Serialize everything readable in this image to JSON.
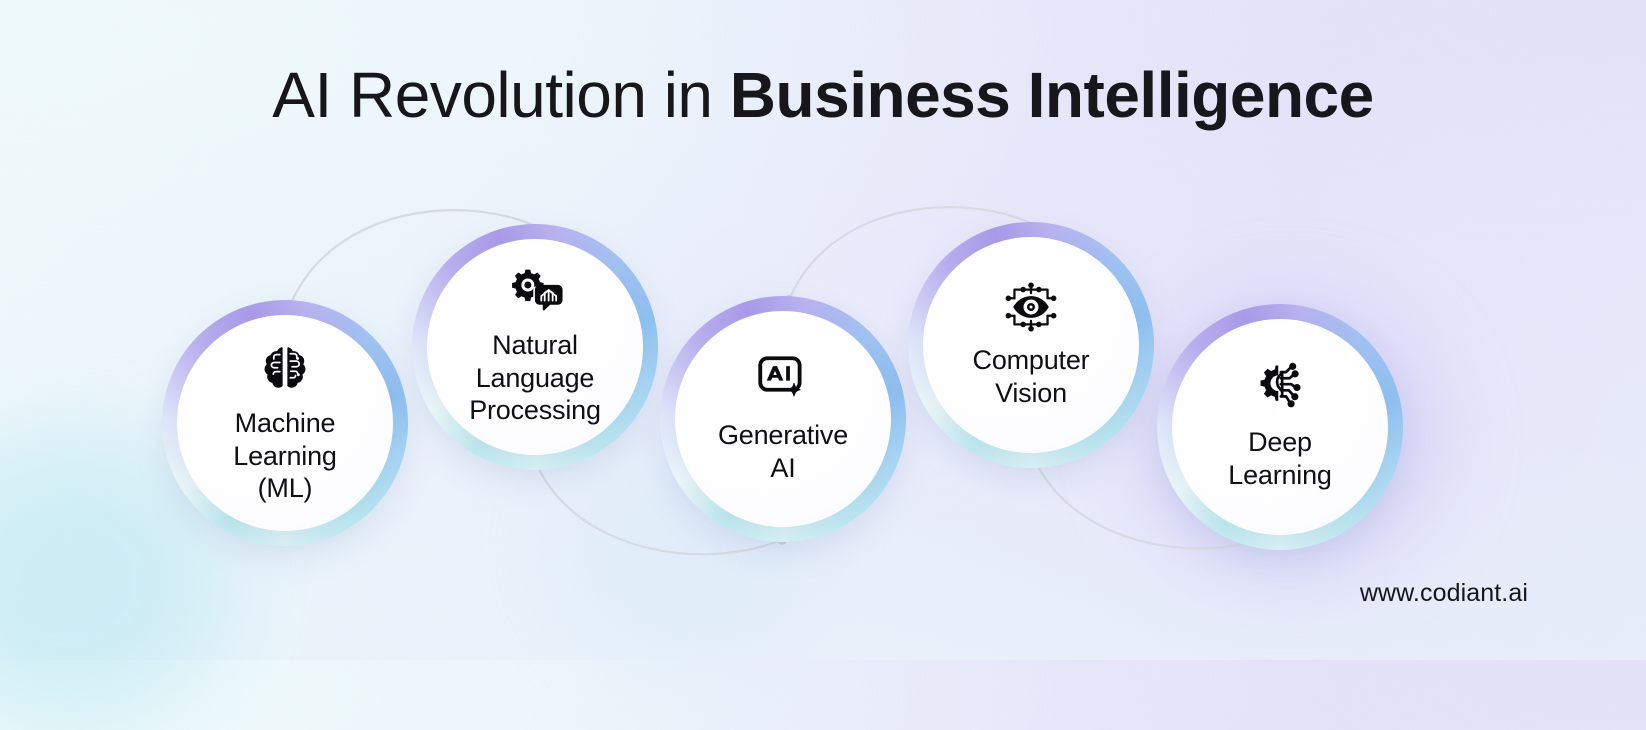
{
  "title": {
    "regular": "AI Revolution in ",
    "bold": "Business Intelligence",
    "full": "AI Revolution in Business Intelligence"
  },
  "nodes": [
    {
      "id": "machine-learning",
      "label": "Machine\nLearning\n(ML)",
      "icon": "brain-icon"
    },
    {
      "id": "natural-language-processing",
      "label": "Natural\nLanguage\nProcessing",
      "icon": "gear-speech-bubble-icon"
    },
    {
      "id": "generative-ai",
      "label": "Generative\nAI",
      "icon": "ai-sparkle-icon"
    },
    {
      "id": "computer-vision",
      "label": "Computer\nVision",
      "icon": "circuit-eye-icon"
    },
    {
      "id": "deep-learning",
      "label": "Deep\nLearning",
      "icon": "gear-circuit-icon"
    }
  ],
  "footer": {
    "url": "www.codiant.ai"
  },
  "colors": {
    "title_text": "#17171b",
    "label_text": "#101014",
    "ring_cyan": "#8fc0f0",
    "ring_purple": "#a99ae8",
    "ring_teal": "#bfe9ef",
    "connector": "#d7dae2",
    "background_left": "#eef8fb",
    "background_right": "#e6e4fa"
  }
}
